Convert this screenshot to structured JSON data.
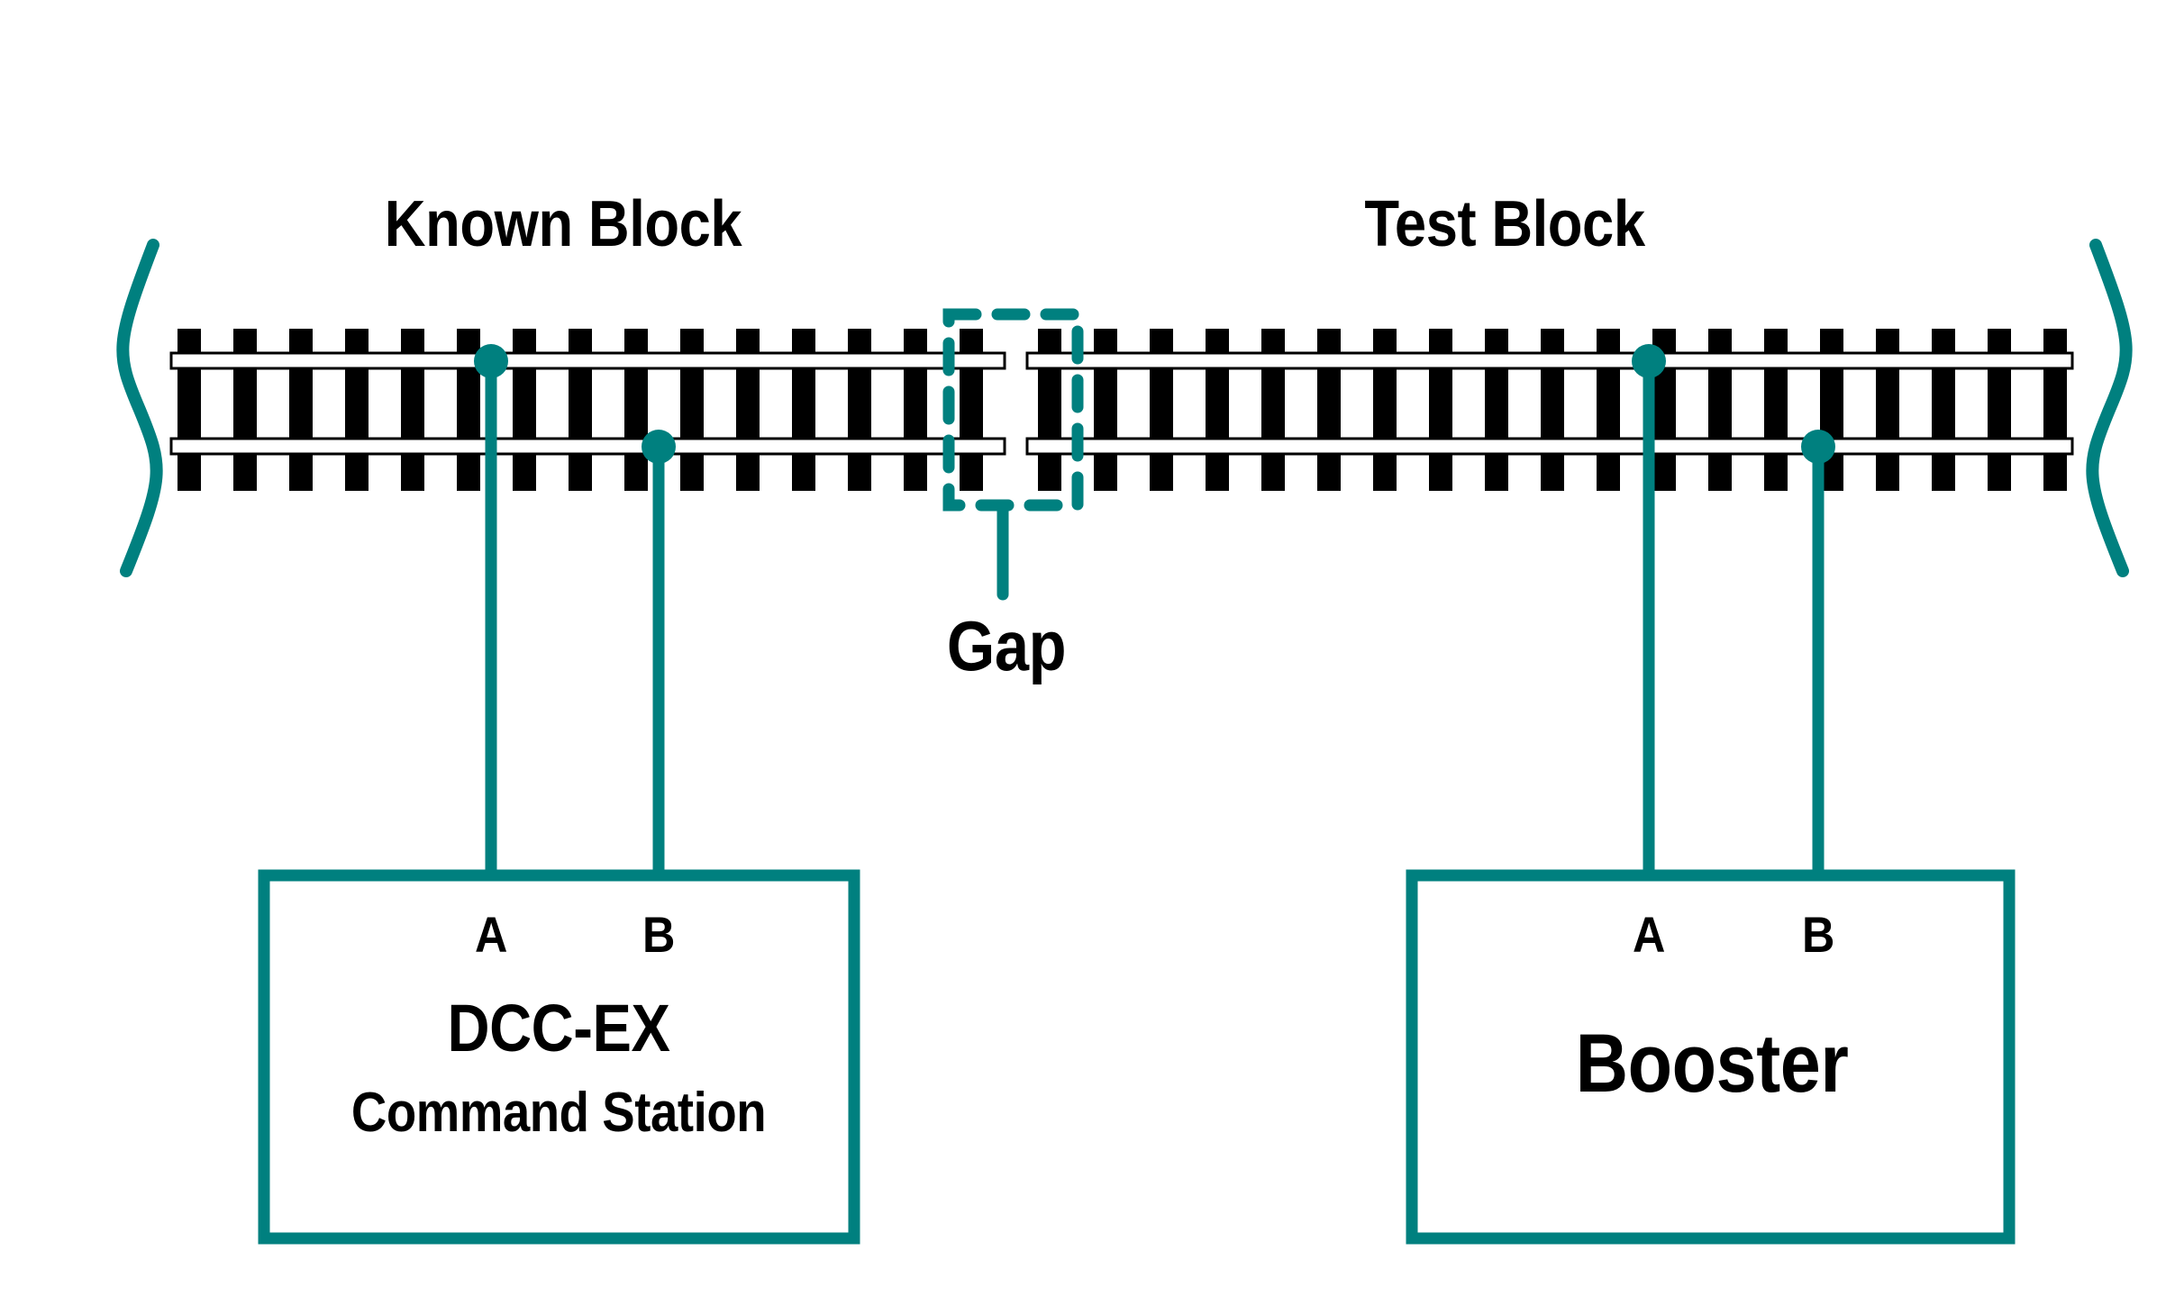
{
  "diagram": {
    "title": "DCC-EX Command Station and Booster track wiring with isolating gap",
    "colors": {
      "accent_teal": "#00807F",
      "tie_black": "#000000",
      "rail_white": "#FFFFFF",
      "background": "#FFFFFF"
    }
  },
  "labels": {
    "known_block": "Known Block",
    "test_block": "Test Block",
    "gap": "Gap"
  },
  "track": {
    "known_block_note": "continuous track left of gap",
    "test_block_note": "continuous track right of gap",
    "gap_marker": "dashed-rectangle"
  },
  "devices": [
    {
      "id": "command-station",
      "name_line1": "DCC-EX",
      "name_line2": "Command Station",
      "terminals": [
        {
          "id": "a",
          "label": "A",
          "connects_to": "known-block-top-rail"
        },
        {
          "id": "b",
          "label": "B",
          "connects_to": "known-block-bottom-rail"
        }
      ]
    },
    {
      "id": "booster",
      "name_line1": "Booster",
      "name_line2": "",
      "terminals": [
        {
          "id": "a",
          "label": "A",
          "connects_to": "test-block-top-rail"
        },
        {
          "id": "b",
          "label": "B",
          "connects_to": "test-block-bottom-rail"
        }
      ]
    }
  ],
  "icons": {
    "left_brace": "track-continues-brace-left",
    "right_brace": "track-continues-brace-right",
    "junction_dot": "wire-junction-dot",
    "gap_box": "dashed-gap-box",
    "gap_leader": "gap-leader-line"
  }
}
